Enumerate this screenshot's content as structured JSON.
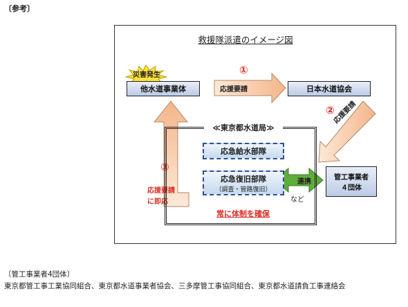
{
  "reference_label": "〔参考〕",
  "diagram": {
    "title": "救援隊派遣のイメージ図",
    "disaster_badge": "災害発生",
    "other_utility": "他水道事業体",
    "japan_water_association": "日本水道協会",
    "step1": {
      "number": "①",
      "label": "応援要請"
    },
    "step2": {
      "number": "②",
      "label": "応援要請"
    },
    "step3": {
      "number": "③",
      "label_line1": "応援要請",
      "label_line2": "に即応"
    },
    "bureau": {
      "title": "≪東京都水道局≫",
      "emergency_supply": "応急給水部隊",
      "emergency_restore": "応急復旧部隊",
      "restore_sub": "（調査・管路復旧）",
      "always_ready": "常に体制を確保"
    },
    "liaison_label": "連携",
    "etc_label": "など",
    "contractors": {
      "line1": "管工事業者",
      "line2": "４団体"
    }
  },
  "note": {
    "title": "〔管工事業者4団体〕",
    "body": "東京都管工事工業協同組合、東京都水道事業者協会、三多摩管工事協同組合、東京都水道請負工事連絡会"
  },
  "colors": {
    "red_text": "#d93025",
    "peach_arrow": "#f8cba5",
    "green_arrow": "#5fae3c",
    "yellow_badge": "#ffe23a",
    "box_fill": "#c8d5ec"
  }
}
